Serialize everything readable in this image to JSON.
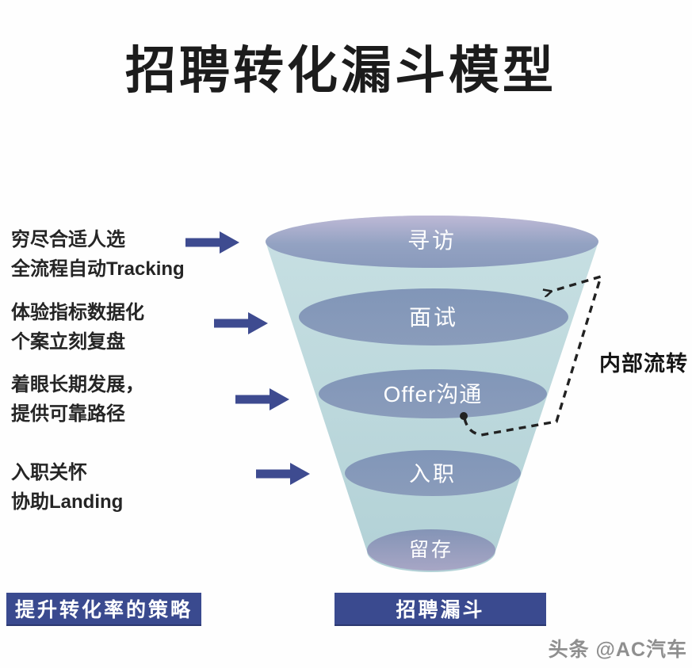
{
  "title": "招聘转化漏斗模型",
  "strategies": {
    "items": [
      {
        "line1": "穷尽合适人选",
        "line2": "全流程自动Tracking"
      },
      {
        "line1": "体验指标数据化",
        "line2": "个案立刻复盘"
      },
      {
        "line1": "着眼长期发展，",
        "line2": "提供可靠路径"
      },
      {
        "line1": "入职关怀",
        "line2": "协助Landing"
      }
    ],
    "box_label": "提升转化率的策略"
  },
  "funnel": {
    "stages": [
      {
        "label": "寻访"
      },
      {
        "label": "面试"
      },
      {
        "label": "Offer沟通"
      },
      {
        "label": "入职"
      },
      {
        "label": "留存"
      }
    ],
    "box_label": "招聘漏斗",
    "annotation": "内部流转"
  },
  "watermark": "头条 @AC汽车",
  "colors": {
    "arrow_navy": "#3e4b90",
    "legend_box_navy": "#3a4a8f",
    "funnel_body_light_blue": "#bdd9dd",
    "stage_ellipse_blue_gray": "#8296b7",
    "rim_lavender": "#b7b3d2",
    "title_text": "#1c1c1c",
    "stage_text": "#ffffff",
    "annotation_text": "#161616",
    "watermark_gray": "#8f8f8f",
    "dashed_line": "#222222"
  }
}
